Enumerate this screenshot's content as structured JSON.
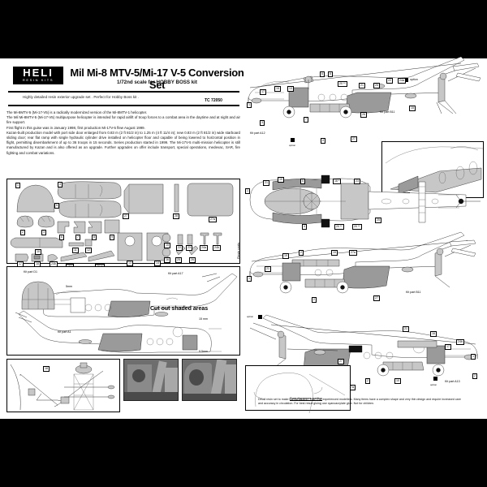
{
  "brand": {
    "logo_text": "HELI",
    "logo_sub": "RESIN KITS"
  },
  "header": {
    "title": "Mil Mi-8 MTV-5/Mi-17 V-5 Conversion Set",
    "subtitle": "1/72nd scale for HOBBY BOSS kit",
    "tagline": "Highly detailed resin exterior upgrade set . Perfect for Hobby Boss kit .",
    "product_code": "TC 72050"
  },
  "description": {
    "l1": "The Mi-8MTV-5 (Mi-17-V5) is a radically modernized version of the Mi-8MTV-1 helicopter.",
    "l2": "The Mil Mi-8MTV-5 (Mi-17-V5) multipurpose helicopter is intended for rapid airlift of troop forces to a combat area in the daytime and at night and air fire support.",
    "l3": "First flight in this guise was in January 1998, first production Mi-17V-5 flew August 1999.",
    "l4": "Kazan-built production model with port side door enlarged from 0.83 m (2 ft 81/2 in) to 1.25 m (4 ft 11/4 in); new 0.83 m (2 ft 81/2 in) wide starboard sliding door; rear flat ramp with single hydraulic cylinder drive installed on helicopter floor and capable of being lowered to horizontal position in flight, permitting disembarkment of up to 36 troops in 15 seconds. Series production started in 1999. The Mi-17V-5 multi-mission helicopter is still manufactured by Kazan and is also offered as an upgrade. Further upgrades on offer include transport, special operations, medevac, SAR, fire fighting and combat variations."
  },
  "parts_panel": {
    "side_label": "Resin parts",
    "numbers": [
      "1",
      "2",
      "3",
      "4",
      "5",
      "6",
      "7",
      "8",
      "9",
      "10",
      "11",
      "12",
      "13",
      "14",
      "15",
      "16",
      "17",
      "18",
      "19 *",
      "20 **",
      "21",
      "22",
      "23",
      "24a",
      "24b",
      "25",
      "26",
      "27",
      "28",
      "27a"
    ]
  },
  "annotations": {
    "cut_out": "Cut out shaded areas",
    "flare": "Flare dispensers position",
    "option": "option",
    "kit_parts": {
      "a12": "Kit part A12",
      "b11": "Kit part B11",
      "d1": "Kit part D1",
      "a17": "Kit part A17",
      "a1": "Kit part A1",
      "a13": "Kit part A13"
    },
    "dims": {
      "d1": "5mm",
      "d2": "15 mm",
      "d3": "9.5mm"
    }
  },
  "callouts": {
    "side_view_top": [
      "1",
      "2",
      "3",
      "4",
      "5",
      "6",
      "7",
      "11",
      "13",
      "15",
      "17",
      "21",
      "25",
      "26",
      "27",
      "27a",
      "20 **",
      "22",
      "24a",
      "28"
    ],
    "top_view": [
      "1",
      "4",
      "5",
      "10",
      "16 *",
      "20 **",
      "21",
      "23",
      "25",
      "27"
    ],
    "bottom_side_view": [
      "1",
      "2",
      "5",
      "10",
      "11",
      "12",
      "13",
      "14",
      "15",
      "16",
      "17",
      "19",
      "21",
      "24b",
      "27",
      "27a"
    ]
  },
  "footer": {
    "text": "Detail resin set to make the Mil Mi-8/17 \"Hip\". For experienced modellers. Many items have a complex shape and very thin design and require increased care and accuracy in circulation. For best result gluing use cyanoacrylate glue. Not for children."
  },
  "colors": {
    "paper": "#ffffff",
    "ink": "#000000",
    "resin_grey": "#c9c9c9",
    "shaded": "#9a9a9a",
    "band": "#000000"
  }
}
